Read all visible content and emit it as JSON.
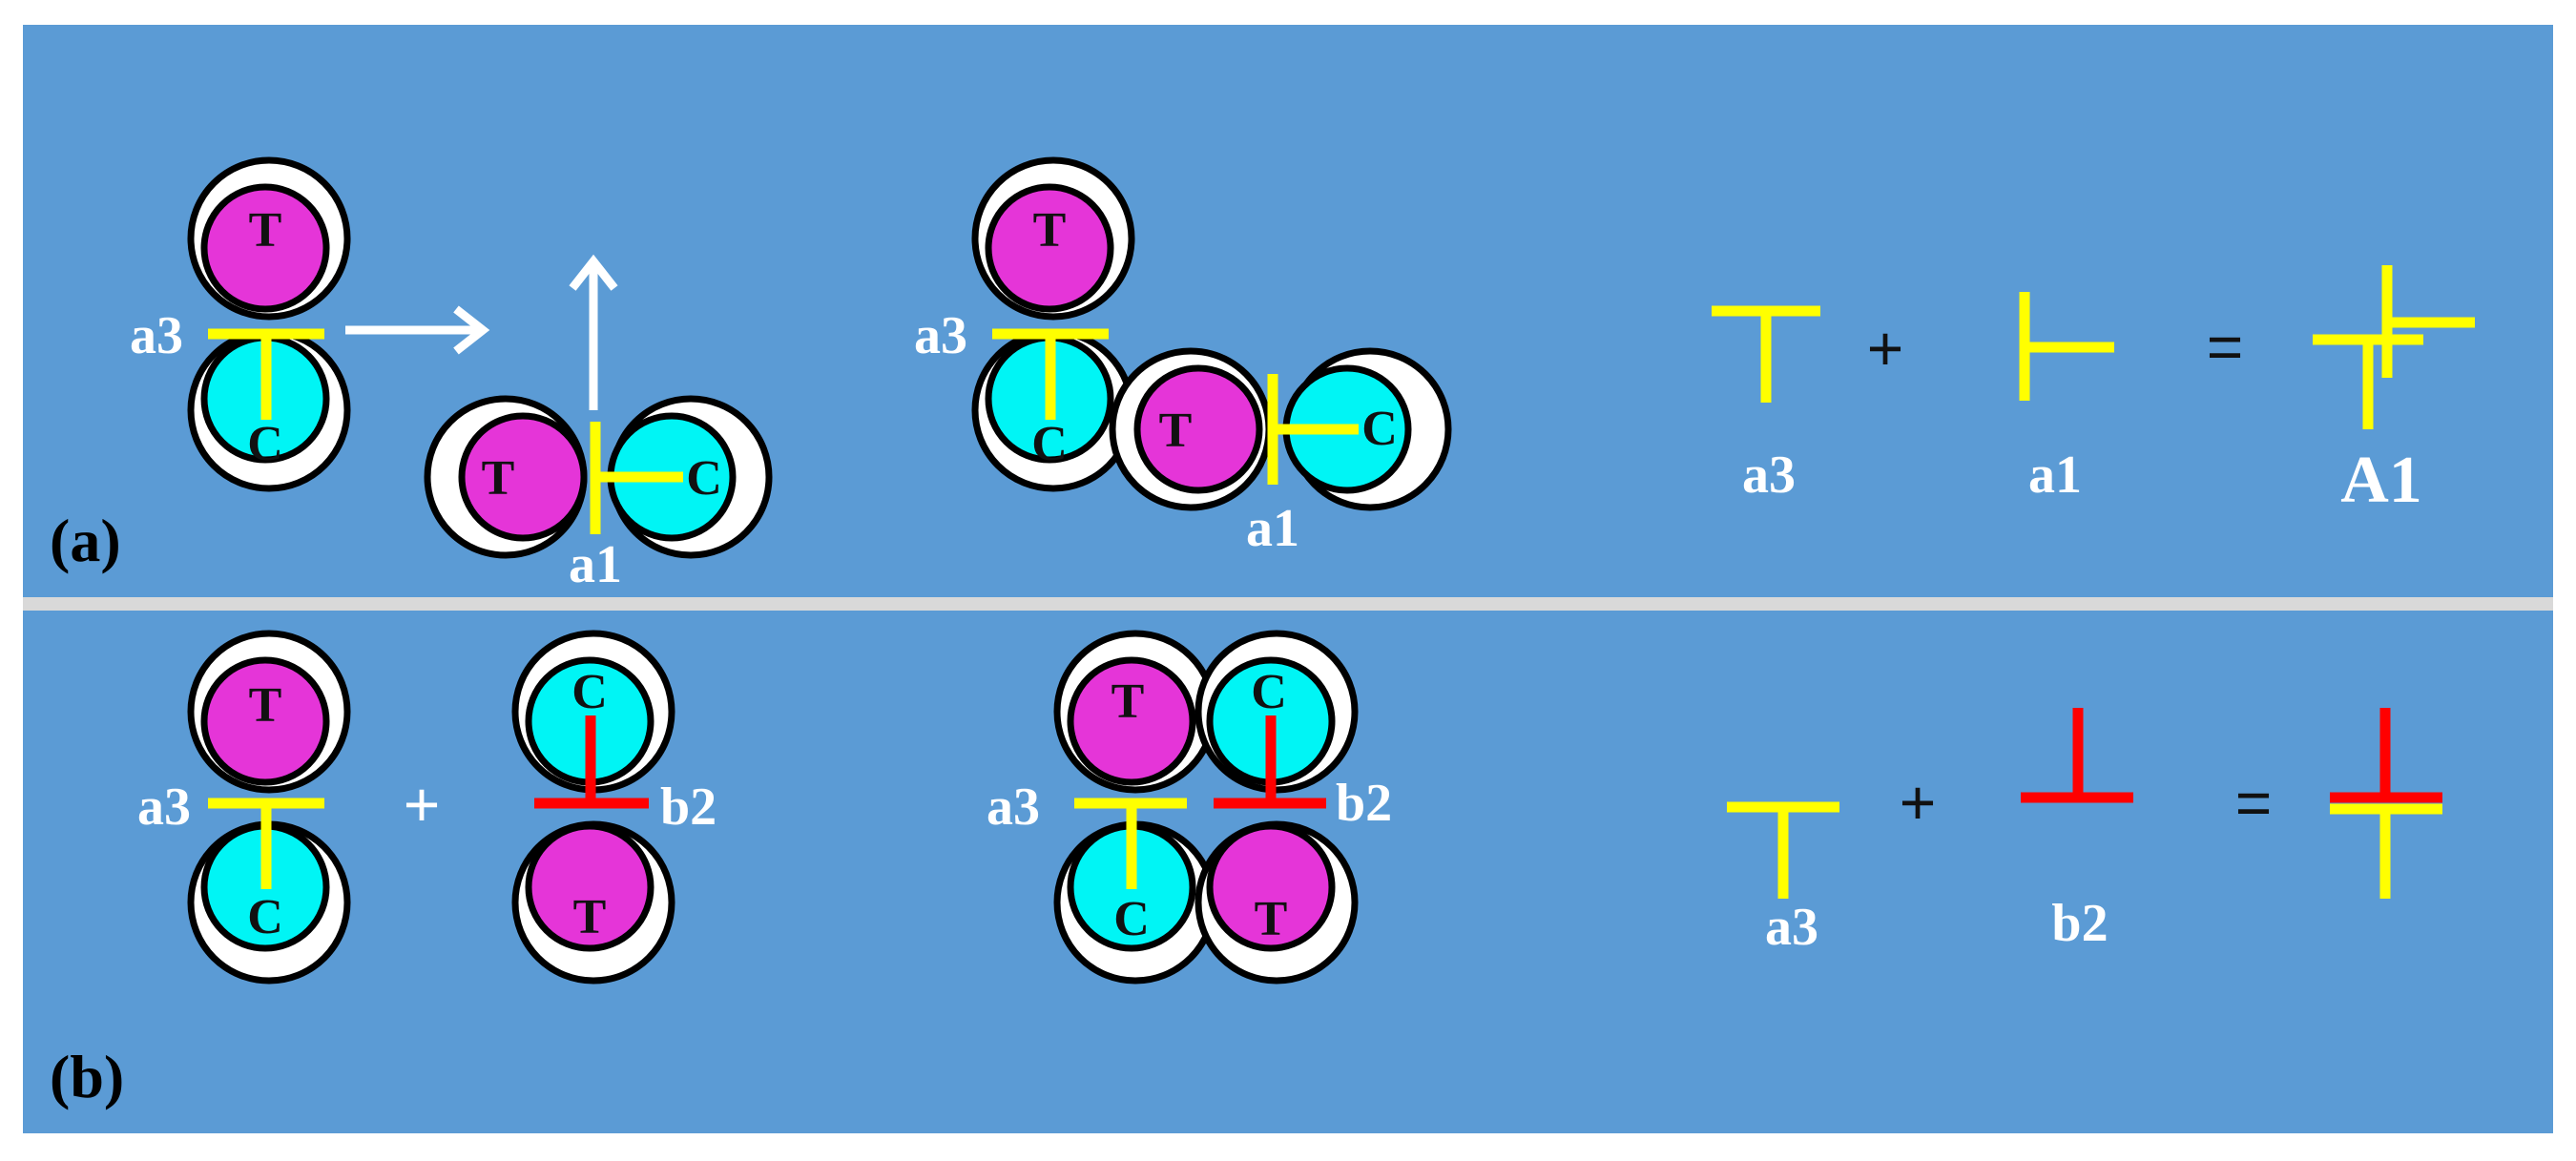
{
  "panels": [
    {
      "label": "(a)",
      "background": "#5b9bd5"
    },
    {
      "label": "(b)",
      "background": "#5b9bd5"
    }
  ],
  "bases": {
    "T": "T",
    "C": "C"
  },
  "defects": {
    "a3": "a3",
    "a1": "a1",
    "b2": "b2",
    "A1": "A1"
  },
  "operators": {
    "plus": "+",
    "equals": "="
  },
  "colors": {
    "panel_bg": "#5b9bd5",
    "base_T": "#e535d8",
    "base_C": "#00f5f5",
    "defect_a": "#ffff00",
    "defect_b": "#ff0000",
    "arrow": "#ffffff",
    "separator": "#d9d9d9"
  }
}
